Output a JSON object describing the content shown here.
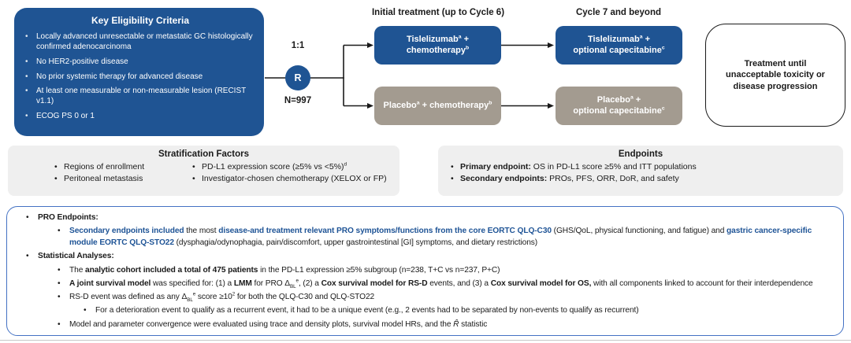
{
  "colors": {
    "navy": "#1f5493",
    "taupe": "#a39b90",
    "panel_gray": "#efefef",
    "border_blue": "#4472c4",
    "text_blue": "#1f5496",
    "ink": "#1a1a1a"
  },
  "eligibility": {
    "title": "Key Eligibility Criteria",
    "items": [
      "Locally advanced unresectable or metastatic GC histologically confirmed adenocarcinoma",
      "No HER2-positive disease",
      "No prior systemic therapy for advanced disease",
      "At least one measurable or non-measurable lesion (RECIST v1.1)",
      "ECOG PS 0 or 1"
    ]
  },
  "randomization": {
    "ratio": "1:1",
    "r_label": "R",
    "n_label": "N=997"
  },
  "columns": {
    "initial_header": "Initial treatment (up to Cycle 6)",
    "cycle7_header": "Cycle 7 and beyond"
  },
  "arms": {
    "tis_initial": [
      [
        "Tislelizumab",
        ""
      ],
      [
        "a",
        "sup"
      ],
      [
        " +",
        ""
      ],
      [
        "chemotherapy",
        "nl"
      ],
      [
        "b",
        "sup"
      ]
    ],
    "placebo_initial": [
      [
        "Placebo",
        ""
      ],
      [
        "a",
        "sup"
      ],
      [
        " + chemotherapy",
        ""
      ],
      [
        "b",
        "sup"
      ]
    ],
    "tis_cycle7": [
      [
        "Tislelizumab",
        ""
      ],
      [
        "a",
        "sup"
      ],
      [
        " +",
        ""
      ],
      [
        "optional capecitabine",
        "nl"
      ],
      [
        "c",
        "sup"
      ]
    ],
    "placebo_cycle7": [
      [
        "Placebo",
        ""
      ],
      [
        "a",
        "sup"
      ],
      [
        " +",
        ""
      ],
      [
        "optional capecitabine",
        "nl"
      ],
      [
        "c",
        "sup"
      ]
    ]
  },
  "continuation": {
    "text": "Treatment until unacceptable toxicity or disease progression"
  },
  "stratification": {
    "title": "Stratification Factors",
    "col1": [
      "Regions of enrollment",
      "Peritoneal metastasis"
    ],
    "col2": [
      [
        [
          "PD-L1 expression score (≥5% vs <5%)",
          ""
        ],
        [
          "d",
          "sup"
        ]
      ],
      [
        [
          "Investigator-chosen chemotherapy (XELOX or FP)",
          ""
        ]
      ]
    ]
  },
  "endpoints": {
    "title": "Endpoints",
    "items": [
      [
        [
          "Primary endpoint:",
          "b"
        ],
        [
          " OS in PD-L1 score ≥5% and ITT populations",
          ""
        ]
      ],
      [
        [
          "Secondary endpoints:",
          "b"
        ],
        [
          " PROs, PFS, ORR, DoR, and safety",
          ""
        ]
      ]
    ]
  },
  "pro_section": {
    "heading": [
      [
        "PRO Endpoints:",
        "b"
      ]
    ],
    "detail": [
      [
        "Secondary endpoints included",
        "b blue"
      ],
      [
        " the most ",
        ""
      ],
      [
        "disease-and treatment relevant PRO symptoms/functions from the core EORTC QLQ-C30",
        "b blue"
      ],
      [
        " (GHS/QoL, physical functioning, and fatigue) and ",
        ""
      ],
      [
        "gastric cancer-specific module EORTC QLQ-STO22",
        "b blue"
      ],
      [
        " (dysphagia/odynophagia, pain/discomfort, upper gastrointestinal [GI] symptoms, and dietary restrictions)",
        ""
      ]
    ]
  },
  "stats_section": {
    "heading": [
      [
        "Statistical Analyses:",
        "b"
      ]
    ],
    "items": [
      [
        [
          "The ",
          ""
        ],
        [
          "analytic cohort included a total of 475 patients",
          "b"
        ],
        [
          " in the PD-L1 expression ≥5% subgroup (n=238, T+C vs n=237, P+C)",
          ""
        ]
      ],
      [
        [
          "A joint survival model",
          "b"
        ],
        [
          " was specified for: (1) a ",
          ""
        ],
        [
          "LMM",
          "b"
        ],
        [
          " for PRO Δ",
          ""
        ],
        [
          "BL",
          "sub"
        ],
        [
          "e",
          "sup"
        ],
        [
          ", (2) a ",
          ""
        ],
        [
          "Cox survival model for RS-D",
          "b"
        ],
        [
          " events, and (3) a ",
          ""
        ],
        [
          "Cox survival model for OS,",
          "b"
        ],
        [
          " with all components linked to account for their interdependence",
          ""
        ]
      ],
      [
        [
          "RS-D event was defined as any Δ",
          ""
        ],
        [
          "BL",
          "sub"
        ],
        [
          "e",
          "sup"
        ],
        [
          " score ≥10",
          ""
        ],
        [
          "2",
          "sup"
        ],
        [
          " for both the QLQ-C30 and QLQ-STO22",
          ""
        ]
      ],
      [
        [
          "Model and parameter convergence were evaluated using trace and density plots, survival model HRs, and the ",
          ""
        ],
        [
          "R̂",
          "i"
        ],
        [
          " statistic",
          ""
        ]
      ]
    ],
    "subitem": [
      [
        "For a deterioration event to qualify as a recurrent event, it had to be a unique event (e.g., 2 events had to be separated by non-events to qualify as recurrent)",
        ""
      ]
    ]
  }
}
